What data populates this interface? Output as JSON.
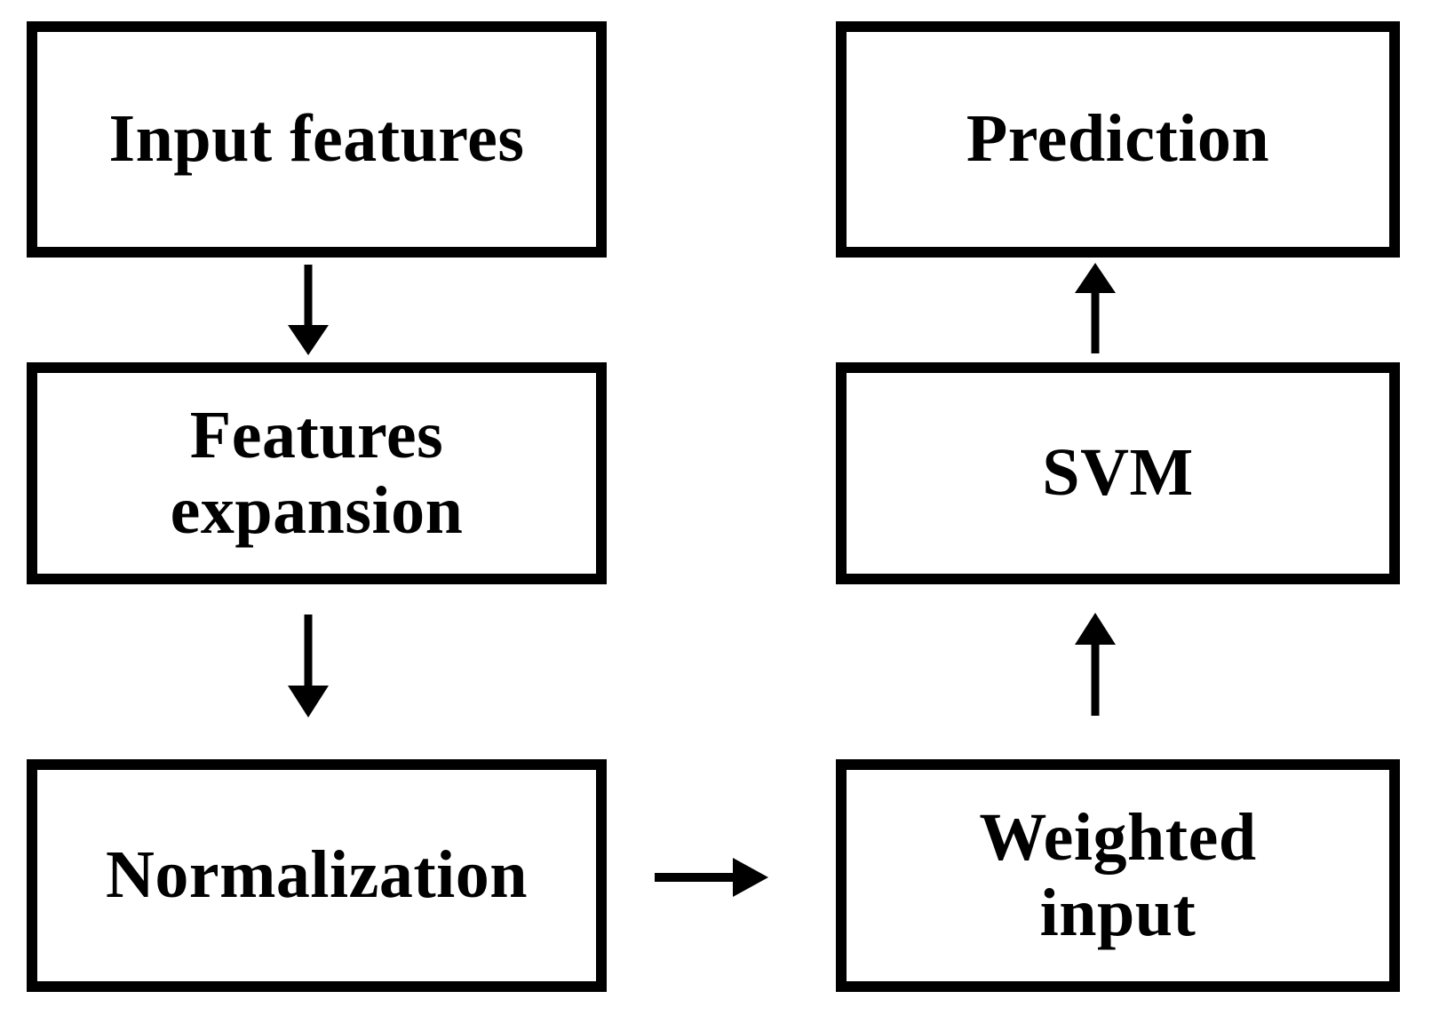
{
  "diagram": {
    "title": "SVM prediction pipeline flowchart",
    "background_color": "#ffffff",
    "border_color": "#000000",
    "text_color": "#000000",
    "nodes": [
      {
        "id": "input-features",
        "label": "Input features"
      },
      {
        "id": "features-expansion",
        "label": "Features\nexpansion"
      },
      {
        "id": "normalization",
        "label": "Normalization"
      },
      {
        "id": "weighted-input",
        "label": "Weighted\ninput"
      },
      {
        "id": "svm",
        "label": "SVM"
      },
      {
        "id": "prediction",
        "label": "Prediction"
      }
    ],
    "edges": [
      {
        "id": "input-to-expansion",
        "from": "input-features",
        "to": "features-expansion",
        "direction": "down"
      },
      {
        "id": "expansion-to-normalization",
        "from": "features-expansion",
        "to": "normalization",
        "direction": "down"
      },
      {
        "id": "normalization-to-weighted",
        "from": "normalization",
        "to": "weighted-input",
        "direction": "right"
      },
      {
        "id": "weighted-to-svm",
        "from": "weighted-input",
        "to": "svm",
        "direction": "up"
      },
      {
        "id": "svm-to-prediction",
        "from": "svm",
        "to": "prediction",
        "direction": "up"
      }
    ]
  }
}
